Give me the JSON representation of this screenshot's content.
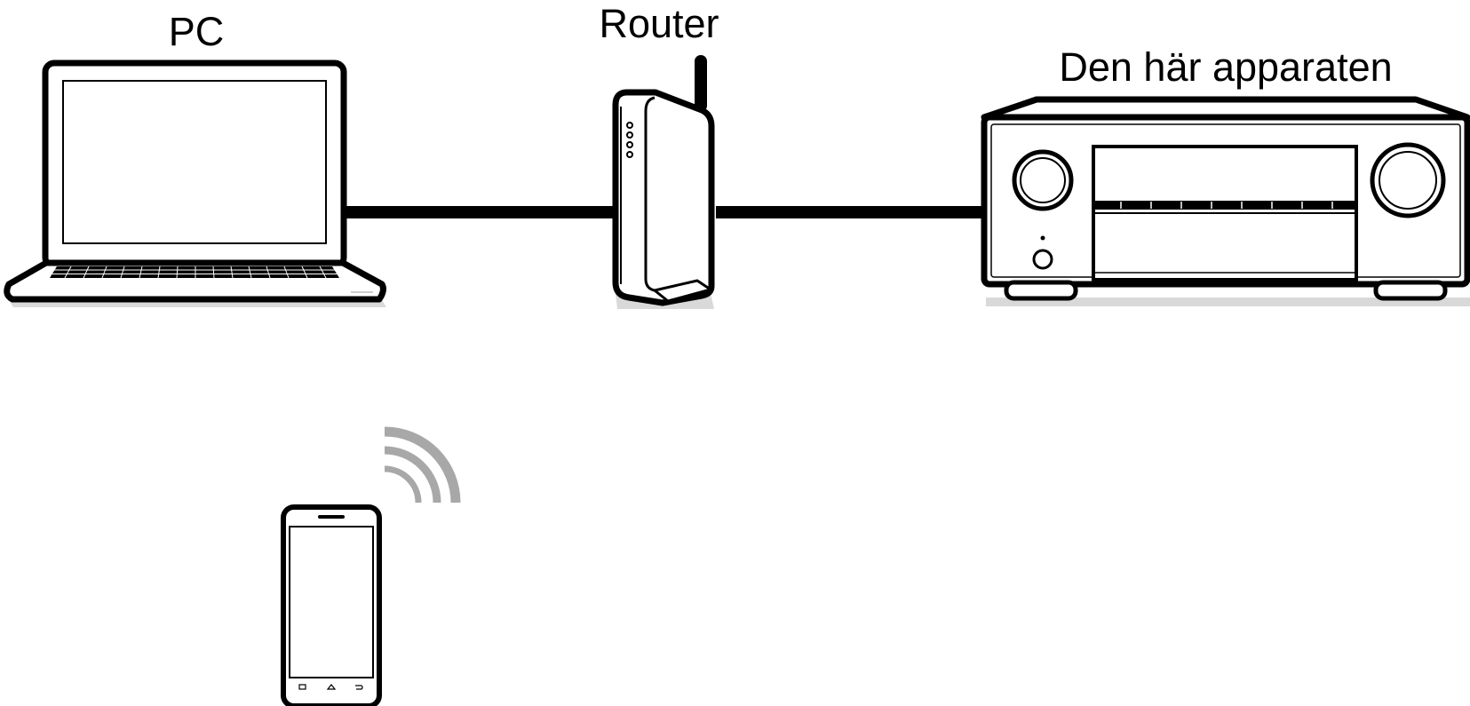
{
  "labels": {
    "pc": "PC",
    "router": "Router",
    "device": "Den här apparaten"
  },
  "colors": {
    "line": "#000000",
    "fill": "#ffffff",
    "shadow": "#d9d9d9",
    "wifi": "#a8a8a8"
  },
  "icons": {
    "pc": "laptop-icon",
    "router": "router-icon",
    "device": "av-receiver-icon",
    "phone": "smartphone-icon",
    "wireless": "wifi-signal-icon"
  }
}
